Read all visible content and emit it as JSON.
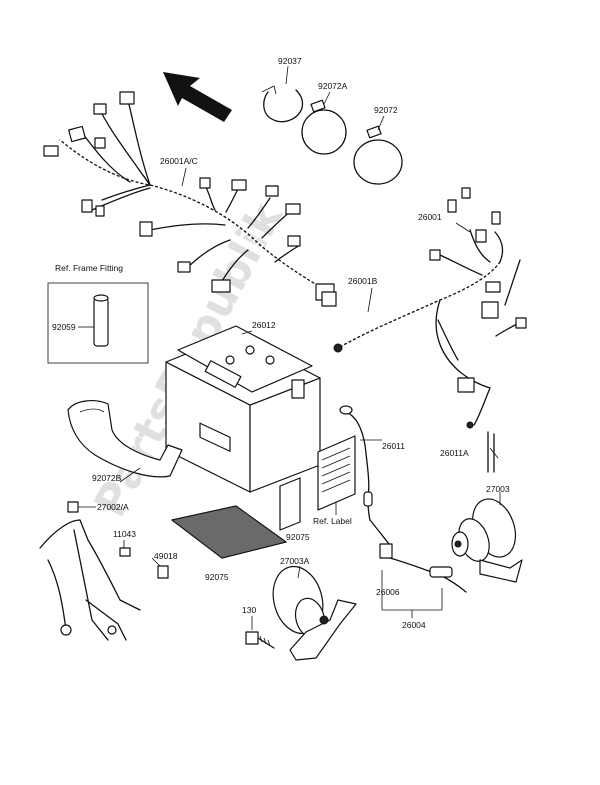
{
  "watermark": "PartsRepublik",
  "callouts": {
    "p92037": "92037",
    "p92072a": "92072A",
    "p92072": "92072",
    "p26001ac": "26001A/C",
    "p26001": "26001",
    "p26001b": "26001B",
    "p26012": "26012",
    "p92059": "92059",
    "p92072b": "92072B",
    "p27002a": "27002/A",
    "p11043": "11043",
    "p49018": "49018",
    "p92075_mat": "92075",
    "p92075_pad": "92075",
    "p26011": "26011",
    "p26011a": "26011A",
    "p27003": "27003",
    "p27003a": "27003A",
    "p26006": "26006",
    "p26004": "26004",
    "p130": "130"
  },
  "inset": {
    "title": "Ref. Frame Fitting"
  },
  "ref_label": "Ref. Label",
  "icons": {
    "direction": "front-direction-arrow-icon"
  }
}
